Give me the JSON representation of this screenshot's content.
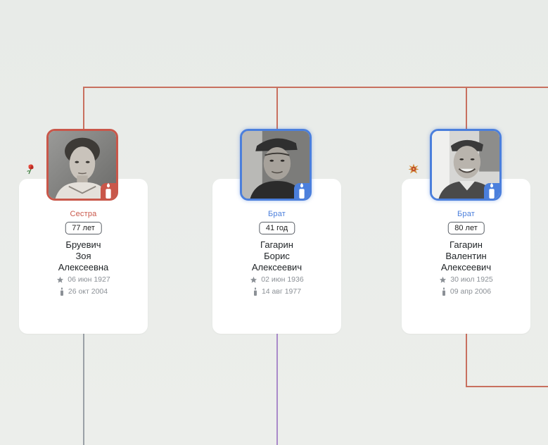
{
  "people": [
    {
      "relation": "Сестра",
      "age": "77 лет",
      "name_line1": "Бруевич",
      "name_line2": "Зоя",
      "name_line3": "Алексеевна",
      "birth": "06 июн 1927",
      "death": "26 окт 2004",
      "accent": "#c9574a",
      "marker_icon": "carnation-flower-icon"
    },
    {
      "relation": "Брат",
      "age": "41 год",
      "name_line1": "Гагарин",
      "name_line2": "Борис",
      "name_line3": "Алексеевич",
      "birth": "02 июн 1936",
      "death": "14 авг 1977",
      "accent": "#4b7fdc",
      "marker_icon": ""
    },
    {
      "relation": "Брат",
      "age": "80 лет",
      "name_line1": "Гагарин",
      "name_line2": "Валентин",
      "name_line3": "Алексеевич",
      "birth": "30 июл 1925",
      "death": "09 апр 2006",
      "accent": "#4b7fdc",
      "marker_icon": "order-star-icon"
    }
  ],
  "colors": {
    "connector": "#c8705f",
    "connector_purple": "#a98ac9",
    "background": "#e9ece9"
  }
}
